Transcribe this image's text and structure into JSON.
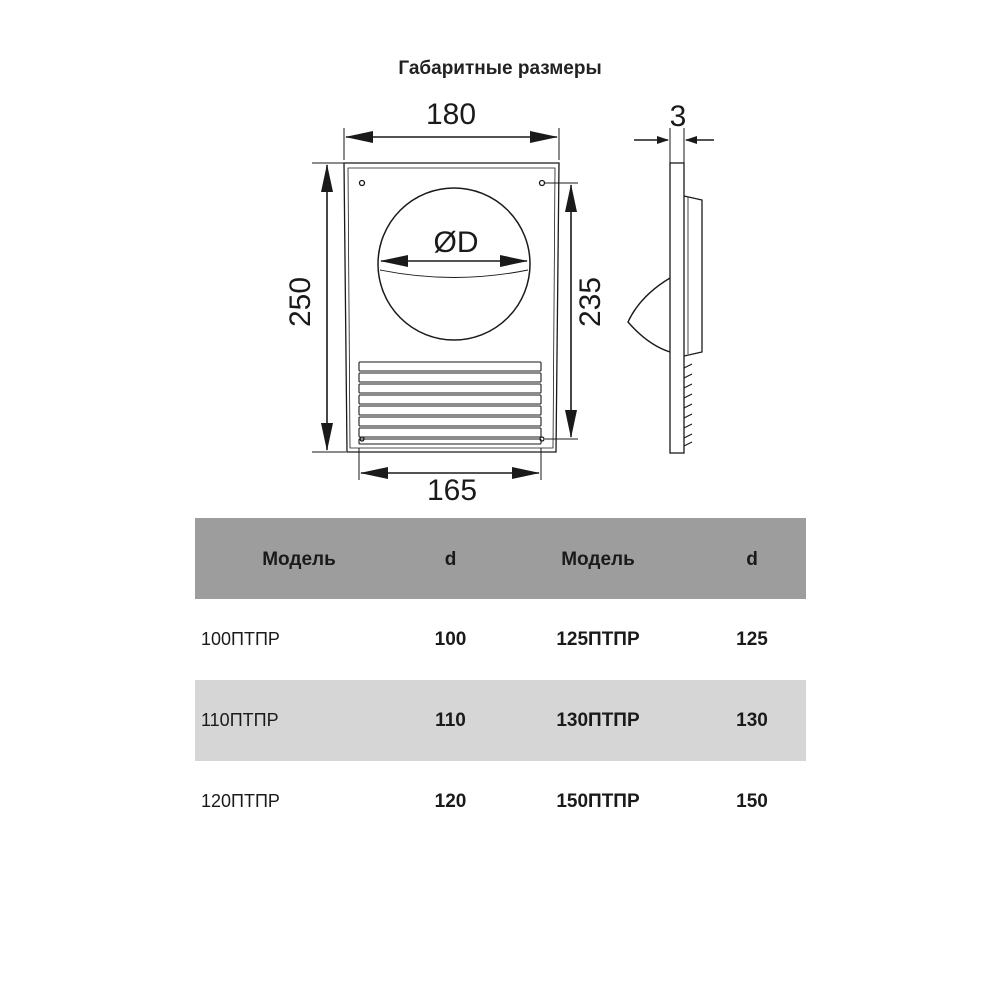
{
  "title": "Габаритные размеры",
  "drawing": {
    "dimensions": {
      "width_outer": "180",
      "width_grille": "165",
      "height_outer": "250",
      "height_inner": "235",
      "thickness": "3",
      "diameter": "ØD"
    }
  },
  "table": {
    "headers": [
      "Модель",
      "d",
      "Модель",
      "d"
    ],
    "rows": [
      {
        "model_a": "100ПТПР",
        "d_a": "100",
        "model_b": "125ПТПР",
        "d_b": "125"
      },
      {
        "model_a": "110ПТПР",
        "d_a": "110",
        "model_b": "130ПТПР",
        "d_b": "130"
      },
      {
        "model_a": "120ПТПР",
        "d_a": "120",
        "model_b": "150ПТПР",
        "d_b": "150"
      }
    ]
  },
  "colors": {
    "header_bg": "#9d9d9d",
    "shaded_row_bg": "#d6d6d6",
    "line": "#1a1a1a"
  }
}
